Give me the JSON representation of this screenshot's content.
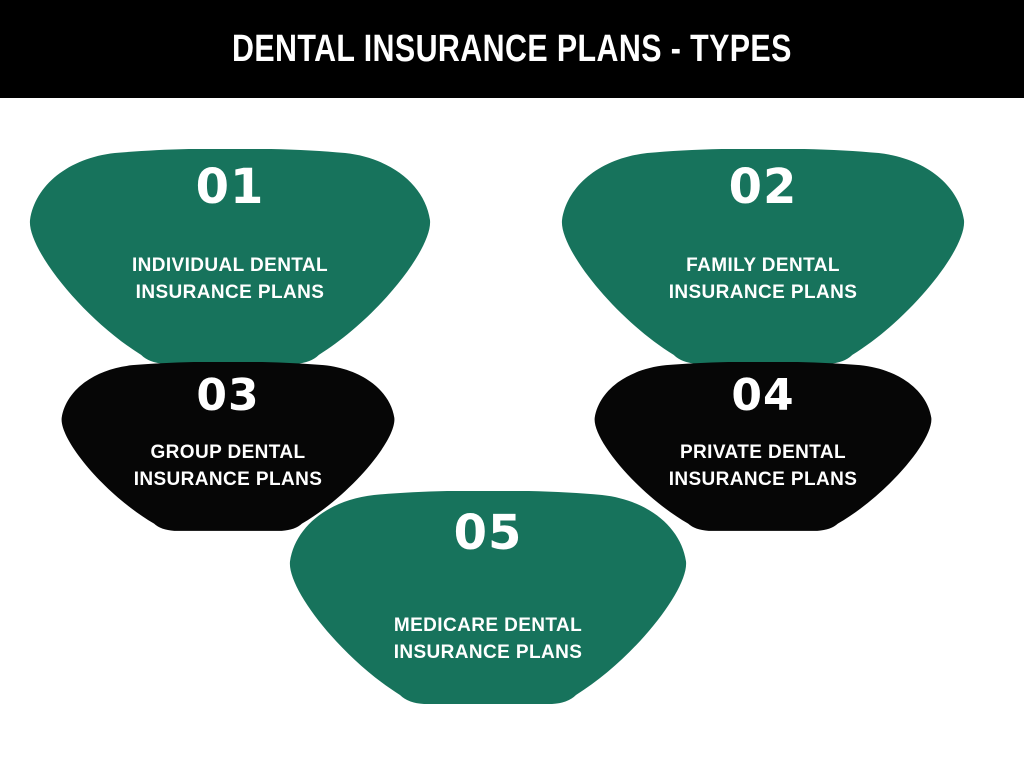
{
  "header": {
    "title": "DENTAL INSURANCE PLANS - TYPES"
  },
  "colors": {
    "green": "#17735C",
    "black": "#060606",
    "header_bg": "#000000",
    "text_on_shape": "#FFFFFF",
    "page_bg": "#FFFFFF"
  },
  "cards": [
    {
      "number": "01",
      "label": "INDIVIDUAL DENTAL\nINSURANCE PLANS",
      "color_key": "green"
    },
    {
      "number": "02",
      "label": "FAMILY DENTAL\nINSURANCE PLANS",
      "color_key": "green"
    },
    {
      "number": "03",
      "label": "GROUP DENTAL\nINSURANCE PLANS",
      "color_key": "black"
    },
    {
      "number": "04",
      "label": "PRIVATE DENTAL\nINSURANCE PLANS",
      "color_key": "black"
    },
    {
      "number": "05",
      "label": "MEDICARE DENTAL\nINSURANCE PLANS",
      "color_key": "green"
    }
  ]
}
